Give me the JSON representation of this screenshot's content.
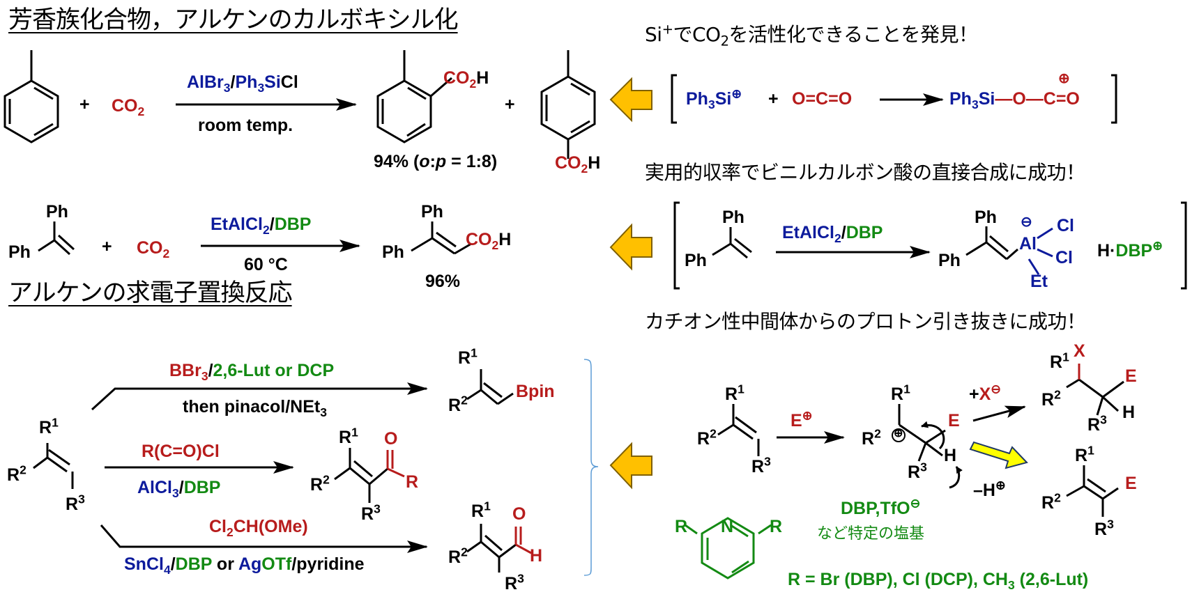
{
  "sections": {
    "carboxylation_title": "芳香族化合物，アルケンのカルボキシル化",
    "substitution_title": "アルケンの求電子置換反応"
  },
  "notes": {
    "si_activation_pre": "Si",
    "si_activation_sup": "+",
    "si_activation_mid": "でCO",
    "si_activation_sub": "2",
    "si_activation_post": "を活性化できることを発見！",
    "vinyl_acid": "実用的収率でビニルカルボン酸の直接合成に成功！",
    "proton_abstraction": "カチオン性中間体からのプロトン引き抜きに成功！"
  },
  "reaction1": {
    "plus1": "+",
    "co2": "CO",
    "co2_sub": "2",
    "reagent_a": "AlBr",
    "reagent_a_sub": "3",
    "reagent_slash": "/",
    "reagent_b": "Ph",
    "reagent_b_sub": "3",
    "reagent_b2": "Si",
    "reagent_c": "Cl",
    "condition": "room temp.",
    "product_ortho_group": "CO",
    "product_ortho_sub": "2",
    "product_ortho_h": "H",
    "plus2": "+",
    "product_para_group": "CO",
    "product_para_sub": "2",
    "product_para_h": "H",
    "yield_pre": "94% (",
    "yield_o": "o",
    "yield_colon": ":",
    "yield_p": "p",
    "yield_post": " = 1:8)"
  },
  "mechanism1": {
    "cation": "Ph",
    "cation_sub": "3",
    "cation_si": "Si",
    "cation_charge": "⊕",
    "plus": "+",
    "co2_linear": "O=C=O",
    "product_si": "Ph",
    "product_sub": "3",
    "product_si2": "Si",
    "product_chain": "—O—C=O",
    "product_charge": "⊕"
  },
  "reaction2": {
    "ph_top": "Ph",
    "ph_left": "Ph",
    "plus": "+",
    "co2": "CO",
    "co2_sub": "2",
    "reagent_a": "EtAlCl",
    "reagent_a_sub": "2",
    "reagent_slash": "/",
    "reagent_b": "DBP",
    "condition": "60 °C",
    "product_ph_top": "Ph",
    "product_ph_left": "Ph",
    "product_group": "CO",
    "product_sub": "2",
    "product_h": "H",
    "yield": "96%"
  },
  "mechanism2": {
    "ph_top": "Ph",
    "ph_left": "Ph",
    "reagent_a": "EtAlCl",
    "reagent_a_sub": "2",
    "reagent_slash": "/",
    "reagent_b": "DBP",
    "product_ph_top": "Ph",
    "product_ph_left": "Ph",
    "al": "Al",
    "al_charge": "⊖",
    "cl1": "Cl",
    "cl2": "Cl",
    "et": "Et",
    "counter_h": "H·",
    "counter_dbp": "DBP",
    "counter_charge": "⊕"
  },
  "reaction3": {
    "sm_r1": "R",
    "sm_r1_sup": "1",
    "sm_r2": "R",
    "sm_r2_sup": "2",
    "sm_r3": "R",
    "sm_r3_sup": "3",
    "top_reagent_a": "BBr",
    "top_reagent_a_sub": "3",
    "top_reagent_slash": "/",
    "top_reagent_b": "2,6-Lut or DCP",
    "top_reagent_c": "then pinacol/NEt",
    "top_reagent_c_sub": "3",
    "top_product_r1": "R",
    "top_product_r1_sup": "1",
    "top_product_r2": "R",
    "top_product_r2_sup": "2",
    "top_product_group": "Bpin",
    "mid_reagent_a": "R(C=O)Cl",
    "mid_reagent_b": "AlCl",
    "mid_reagent_b_sub": "3",
    "mid_reagent_slash": "/",
    "mid_reagent_c": "DBP",
    "mid_product_r1": "R",
    "mid_product_r1_sup": "1",
    "mid_product_r2": "R",
    "mid_product_r2_sup": "2",
    "mid_product_r3": "R",
    "mid_product_r3_sup": "3",
    "mid_product_o": "O",
    "mid_product_r": "R",
    "bot_reagent_a": "Cl",
    "bot_reagent_a_sub": "2",
    "bot_reagent_a2": "CH(OMe)",
    "bot_reagent_b": "SnCl",
    "bot_reagent_b_sub": "4",
    "bot_reagent_slash": "/",
    "bot_reagent_c": "DBP",
    "bot_reagent_or": " or ",
    "bot_reagent_d": "Ag",
    "bot_reagent_e": "OTf",
    "bot_reagent_f": "/pyridine",
    "bot_product_r1": "R",
    "bot_product_r1_sup": "1",
    "bot_product_r2": "R",
    "bot_product_r2_sup": "2",
    "bot_product_r3": "R",
    "bot_product_r3_sup": "3",
    "bot_product_o": "O",
    "bot_product_h": "H"
  },
  "mechanism3": {
    "sm_r1": "R",
    "sm_r1_sup": "1",
    "sm_r2": "R",
    "sm_r2_sup": "2",
    "sm_r3": "R",
    "sm_r3_sup": "3",
    "electrophile": "E",
    "electrophile_charge": "⊕",
    "int_r1": "R",
    "int_r1_sup": "1",
    "int_r2": "R",
    "int_r2_sup": "2",
    "int_r3": "R",
    "int_r3_sup": "3",
    "int_charge": "⊕",
    "int_e": "E",
    "int_h": "H",
    "add_plus": "+",
    "add_x": "X",
    "add_charge": "⊖",
    "add_r1": "R",
    "add_r1_sup": "1",
    "add_r2": "R",
    "add_r2_sup": "2",
    "add_r3": "R",
    "add_r3_sup": "3",
    "add_x_label": "X",
    "add_e": "E",
    "add_h": "H",
    "elim_label": "–H",
    "elim_charge": "⊕",
    "elim_r1": "R",
    "elim_r1_sup": "1",
    "elim_r2": "R",
    "elim_r2_sup": "2",
    "elim_r3": "R",
    "elim_r3_sup": "3",
    "elim_e": "E",
    "base_label": "DBP,TfO",
    "base_charge": "⊖",
    "base_note": "など特定の塩基",
    "pyridine_r_left": "R",
    "pyridine_n": "N",
    "pyridine_r_right": "R",
    "pyridine_def_a": "R = Br (DBP), Cl (DCP), CH",
    "pyridine_def_sub": "3",
    "pyridine_def_b": " (2,6-Lut)"
  },
  "colors": {
    "red": "#b71c1c",
    "blue": "#0d1b9c",
    "green": "#138a13",
    "orange_arrow": "#ffc000",
    "orange_arrow_border": "#7f6000",
    "yellow_arrow": "#ffff00",
    "yellow_arrow_border": "#1f3864",
    "brace": "#5b9bd5"
  }
}
